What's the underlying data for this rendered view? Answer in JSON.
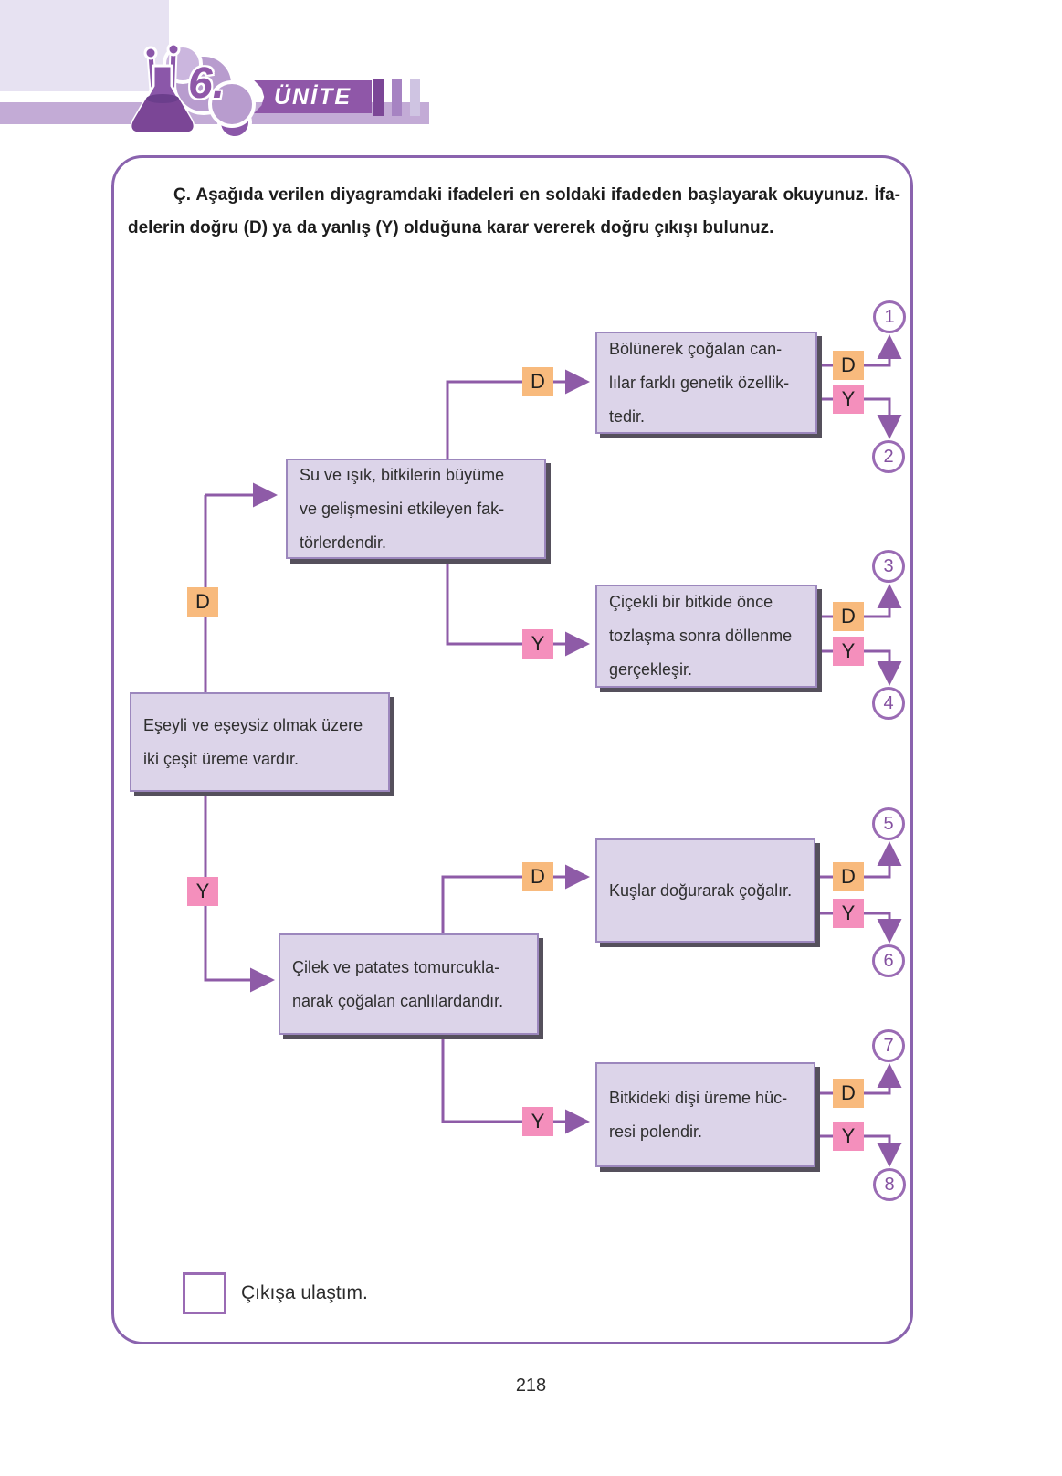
{
  "header": {
    "unit_number": "6.",
    "unit_label": "ÜNİTE"
  },
  "instruction": {
    "line1": "Ç. Aşağıda verilen diyagramdaki ifadeleri en soldaki ifadeden başlayarak okuyunuz. İfa-",
    "line2": "delerin doğru (D) ya da yanlış (Y) olduğuna karar vererek doğru çıkışı bulunuz."
  },
  "labels": {
    "d": "D",
    "y": "Y"
  },
  "boxes": {
    "eseyli": "Eşeyli ve eşeysiz olmak üzere\niki çeşit üreme vardır.",
    "su": "Su ve ışık, bitkilerin büyüme\nve gelişmesini etkileyen fak-\ntörlerdendir.",
    "bolunerek": "Bölünerek çoğalan can-\nlılar farklı genetik özellik-\ntedir.",
    "cicekli": "Çiçekli bir bitkide önce\ntozlaşma sonra döllenme\ngerçekleşir.",
    "kuslar": "Kuşlar doğurarak çoğalır.",
    "cilek": "Çilek ve patates tomurcukla-\nnarak çoğalan canlılardandır.",
    "bitkideki": "Bitkideki dişi üreme hüc-\nresi polendir."
  },
  "exits": [
    "1",
    "2",
    "3",
    "4",
    "5",
    "6",
    "7",
    "8"
  ],
  "footer": {
    "checkbox_label": "Çıkışa ulaştım.",
    "page_number": "218"
  },
  "colors": {
    "accent_purple": "#8e5ba7",
    "box_fill": "#dcd4e9",
    "d_fill": "#f8ba7d",
    "y_fill": "#f48fbc"
  }
}
